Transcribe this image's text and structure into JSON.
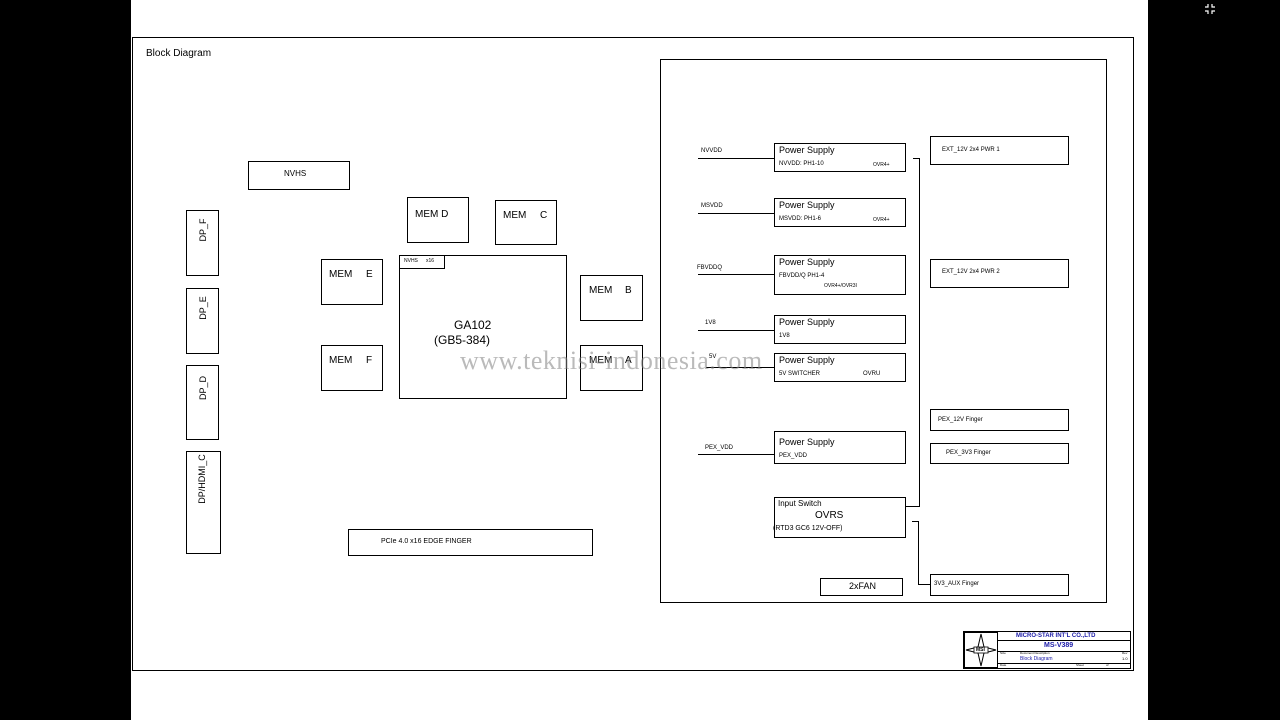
{
  "diagram": {
    "title": "Block Diagram",
    "nvhs": "NVHS",
    "gpu": {
      "name": "GA102",
      "sub": "(GB5-384)",
      "tag_left": "NVHS",
      "tag_right": "x16"
    },
    "mem": {
      "d": "MEM D",
      "c": [
        "MEM",
        "C"
      ],
      "e": [
        "MEM",
        "E"
      ],
      "b": [
        "MEM",
        "B"
      ],
      "f": [
        "MEM",
        "F"
      ],
      "a": [
        "MEM",
        "A"
      ]
    },
    "dp": [
      "DP_F",
      "DP_E",
      "DP_D",
      "DP/HDMI_C"
    ],
    "pcie": "PCIe 4.0 x16 EDGE FINGER",
    "rails": {
      "nvvdd": {
        "label": "NVVDD",
        "title": "Power Supply",
        "line1": "NVVDD: PH1-10",
        "tag": "OVR4+"
      },
      "msvdd": {
        "label": "MSVDD",
        "title": "Power Supply",
        "line1": "MSVDD: PH1-6",
        "tag": "OVR4+"
      },
      "fbvddq": {
        "label": "FBVDDQ",
        "title": "Power Supply",
        "line1": "FBVDD/Q PH1-4",
        "tag": "OVR4+/OVR3I"
      },
      "v1v8": {
        "label": "1V8",
        "title": "Power Supply",
        "line1": "1V8"
      },
      "v5": {
        "label": "5V",
        "title": "Power Supply",
        "line1": "5V  SWITCHER",
        "tag": "OVRU"
      },
      "pex": {
        "label": "PEX_VDD",
        "title": "Power Supply",
        "line1": "PEX_VDD"
      }
    },
    "input_switch": {
      "title": "Input Switch",
      "name": "OVRS",
      "note": "(RTD3  GC6  12V-OFF)"
    },
    "connectors": {
      "pwr1": "EXT_12V 2x4 PWR 1",
      "pwr2": "EXT_12V 2x4 PWR 2",
      "pex12": "PEX_12V  Finger",
      "pex3v3": "PEX_3V3  Finger",
      "aux": "3V3_AUX Finger",
      "fan": "2xFAN"
    },
    "watermark": "www.teknisi-indonesia.com",
    "title_block": {
      "company": "MICRO-STAR INT'L CO.,LTD",
      "model": "MS-V389",
      "logo": "MSI",
      "doc_title": "Block Diagram",
      "size_label": "Size",
      "doc_desc_label": "Document  Description",
      "rev_label": "Rev",
      "rev": "1.0",
      "date_label": "Date",
      "sheet_label": "Sheet",
      "of_label": "of"
    }
  }
}
